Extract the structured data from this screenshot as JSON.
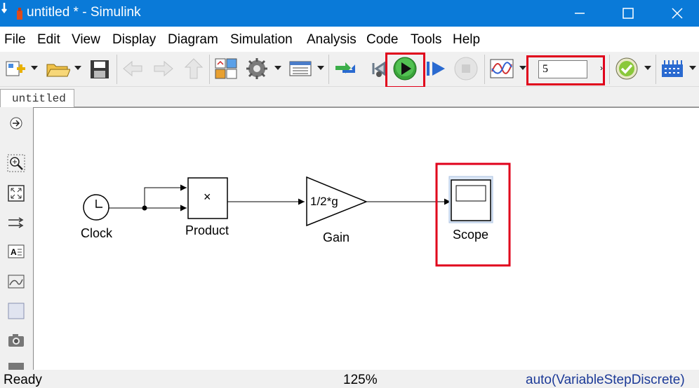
{
  "window": {
    "title": "untitled * - Simulink",
    "accent_color": "#0a7ad8",
    "controls": [
      "minimize-icon",
      "maximize-icon",
      "close-icon"
    ]
  },
  "menu": [
    "File",
    "Edit",
    "View",
    "Display",
    "Diagram",
    "Simulation",
    "Analysis",
    "Code",
    "Tools",
    "Help"
  ],
  "toolbar": {
    "buttons": [
      "new-model-icon",
      "open-folder-icon",
      "save-icon",
      "back-icon",
      "forward-icon",
      "up-icon",
      "library-browser-icon",
      "model-config-icon",
      "model-explorer-icon",
      "update-diagram-icon",
      "step-back-icon",
      "run-icon",
      "step-forward-icon",
      "stop-icon",
      "simulation-data-inspector-icon",
      "model-advisor-icon",
      "build-icon"
    ],
    "stop_time": "5",
    "highlight_color": "#e0001b"
  },
  "tabs": {
    "active": "untitled"
  },
  "palette": [
    "hide-show-browser-icon",
    "zoom-icon",
    "fit-to-view-icon",
    "signal-routing-icon",
    "annotation-icon",
    "image-icon",
    "area-icon",
    "screenshot-icon"
  ],
  "diagram": {
    "blocks": {
      "clock": {
        "label": "Clock"
      },
      "product": {
        "label": "Product",
        "symbol": "×"
      },
      "gain": {
        "label": "Gain",
        "value": "1/2*g"
      },
      "scope": {
        "label": "Scope"
      }
    }
  },
  "status": {
    "state": "Ready",
    "zoom": "125%",
    "solver": "auto(VariableStepDiscrete)"
  }
}
